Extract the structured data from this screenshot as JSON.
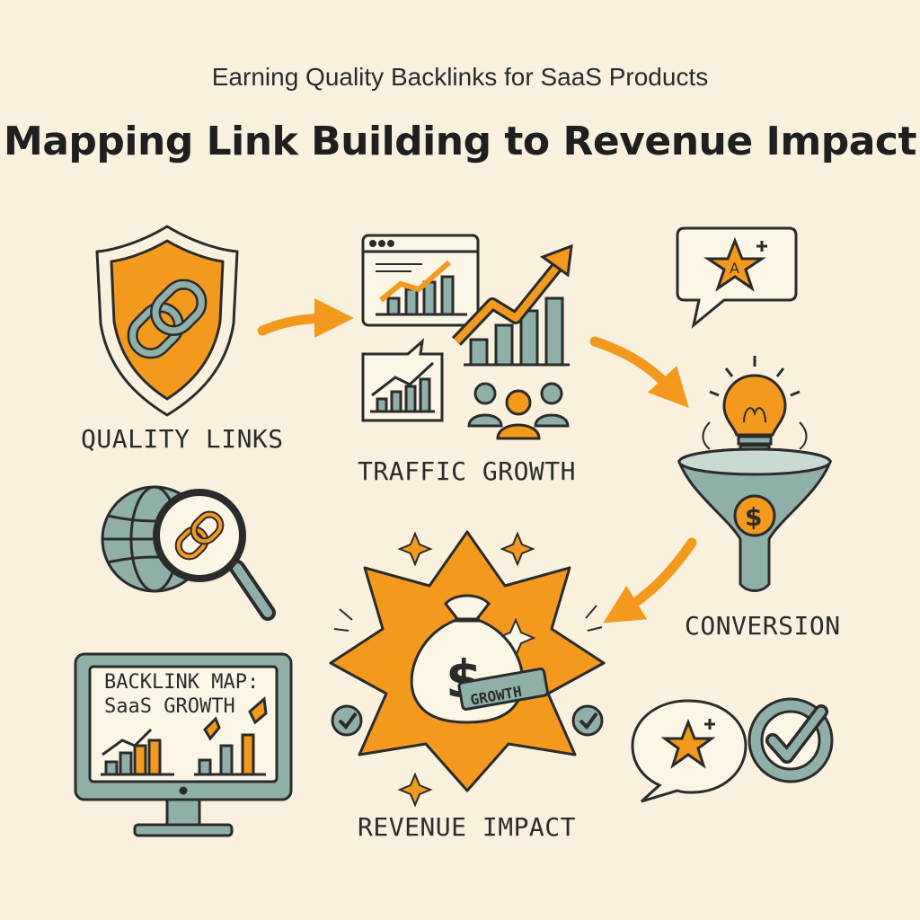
{
  "header": {
    "subtitle": "Earning Quality Backlinks for SaaS Products",
    "title": "Mapping Link Building to Revenue Impact"
  },
  "steps": [
    {
      "label": "QUALITY LINKS"
    },
    {
      "label": "TRAFFIC GROWTH"
    },
    {
      "label": "CONVERSION"
    },
    {
      "label": "REVENUE IMPACT"
    }
  ],
  "monitor": {
    "line1": "BACKLINK MAP:",
    "line2": "SaaS GROWTH"
  },
  "badge": {
    "text": "GROWTH"
  },
  "icons": {
    "shield": "shield-chain-icon",
    "globe": "globe-magnifier-icon",
    "browser": "browser-chart-icon",
    "people": "people-group-icon",
    "lightbulb": "lightbulb-icon",
    "funnel": "funnel-dollar-icon",
    "moneybag": "money-bag-icon",
    "rating_bubble": "star-rating-bubble-icon",
    "check": "checkmark-icon"
  },
  "colors": {
    "background": "#f9f1de",
    "orange": "#f39a1e",
    "teal": "#8fb0a8",
    "ink": "#2b2b2b"
  }
}
